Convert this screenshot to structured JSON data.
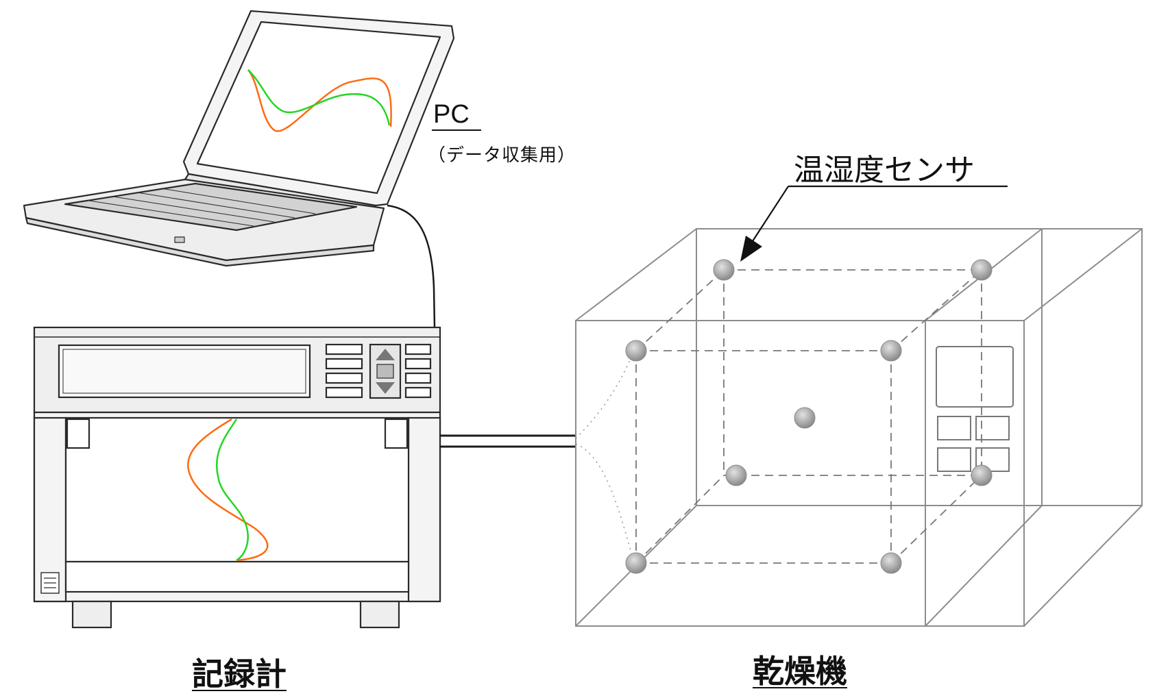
{
  "labels": {
    "pc_title": "PC",
    "pc_subtitle": "（データ収集用）",
    "sensor": "温湿度センサ",
    "recorder": "記録計",
    "dryer": "乾燥機"
  },
  "colors": {
    "trace_orange": "#ff6a13",
    "trace_green": "#22d622",
    "line": "#2a2a2a",
    "oven_line": "#8c8c8c",
    "sensor_dot": "#9a9a9a"
  },
  "sensor_count": 9
}
